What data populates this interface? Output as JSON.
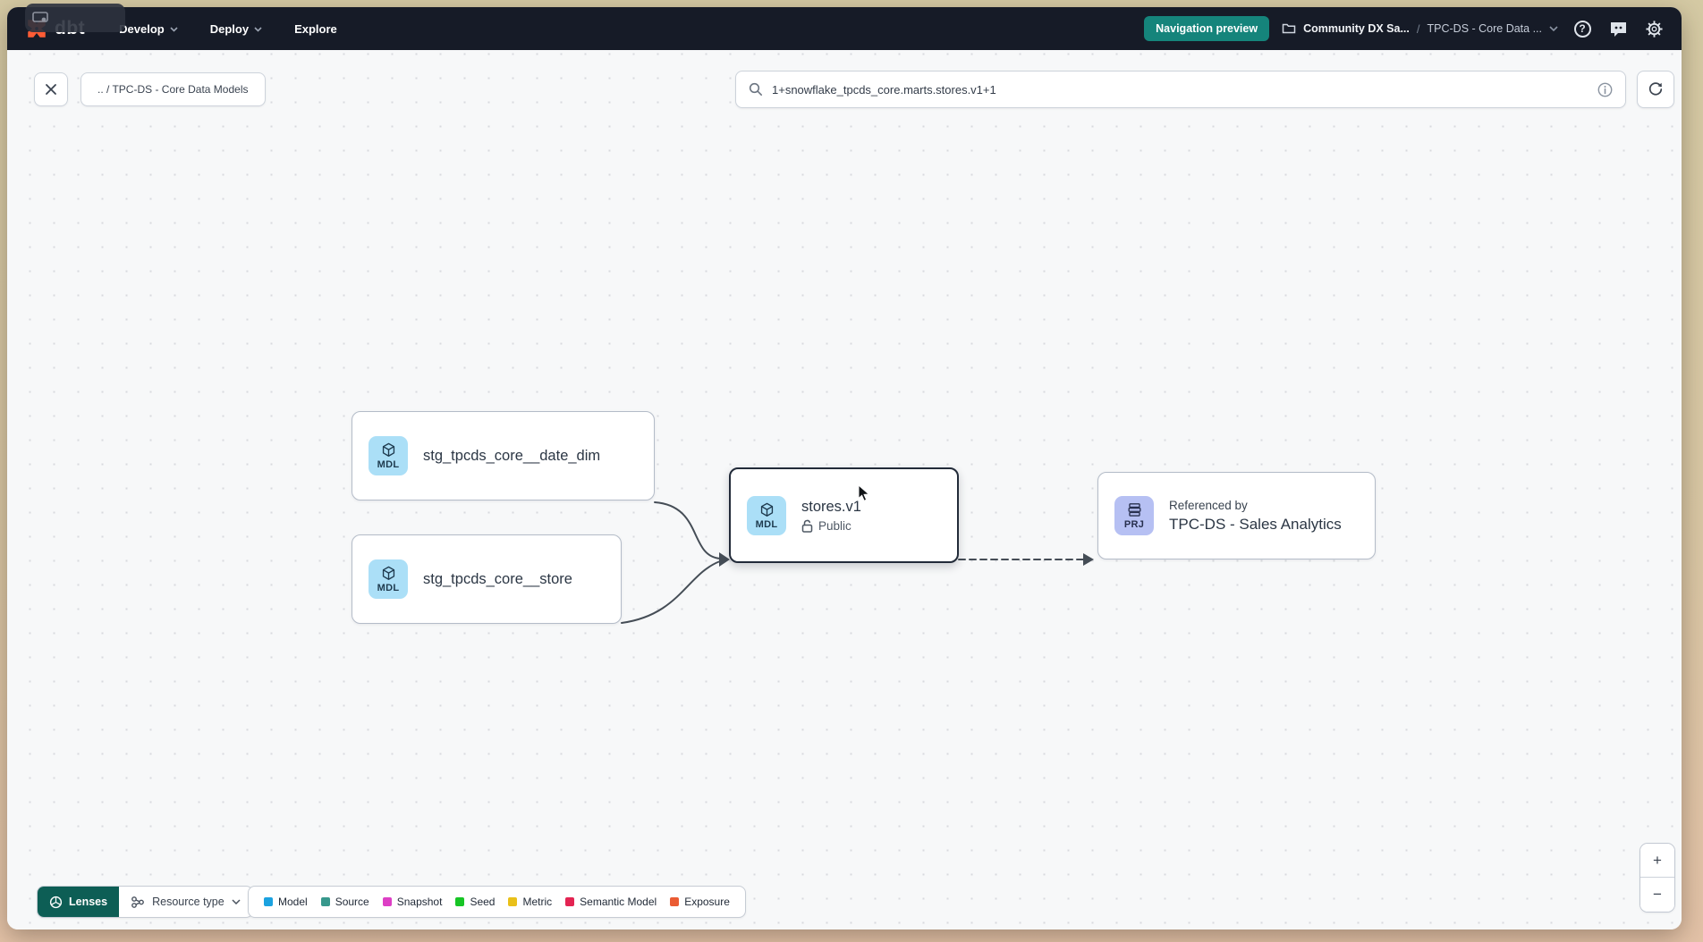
{
  "navbar": {
    "logo_text": "dbt",
    "menus": [
      {
        "label": "Develop",
        "has_chevron": true
      },
      {
        "label": "Deploy",
        "has_chevron": true
      },
      {
        "label": "Explore",
        "has_chevron": false
      }
    ],
    "preview_badge_label": "Navigation preview",
    "account_label": "Community DX Sa...",
    "separator": "/",
    "project_label": "TPC-DS - Core Data ...",
    "help_glyph": "?"
  },
  "toolbar": {
    "breadcrumb": ".. / TPC-DS - Core Data Models",
    "search_value": "1+snowflake_tpcds_core.marts.stores.v1+1"
  },
  "graph": {
    "nodes": [
      {
        "badge": "MDL",
        "label": "stg_tpcds_core__date_dim"
      },
      {
        "badge": "MDL",
        "label": "stg_tpcds_core__store"
      },
      {
        "badge": "MDL",
        "label": "stores.v1",
        "access": "Public"
      },
      {
        "badge": "PRJ",
        "label": "Referenced by",
        "sublabel": "TPC-DS - Sales Analytics"
      }
    ]
  },
  "footer": {
    "lenses_label": "Lenses",
    "resource_type_label": "Resource type",
    "legend": [
      {
        "label": "Model",
        "color": "#1ba2e0"
      },
      {
        "label": "Source",
        "color": "#37988c"
      },
      {
        "label": "Snapshot",
        "color": "#dd3fc5"
      },
      {
        "label": "Seed",
        "color": "#17c525"
      },
      {
        "label": "Metric",
        "color": "#e9c019"
      },
      {
        "label": "Semantic Model",
        "color": "#e32452"
      },
      {
        "label": "Exposure",
        "color": "#ea5b33"
      }
    ],
    "zoom_in_label": "+",
    "zoom_out_label": "−"
  },
  "icons": {
    "search": "magnifier",
    "info": "circle-i",
    "refresh": "circular-arrow",
    "close": "x",
    "folder": "folder-outline",
    "help": "circle-question",
    "feedback": "chat-bubble-dots",
    "settings": "gear",
    "chevron_down": "v",
    "lock_open": "unlocked-padlock",
    "model_cube": "package-cube",
    "project_stack": "inbox-stack",
    "lenses": "aperture",
    "resource_graph": "dag-nodes",
    "cursor": "arrow-pointer"
  },
  "accent_colors": {
    "brand_orange": "#ff5c35",
    "teal_badge": "#15847b",
    "lenses_green": "#0d5e55",
    "navbar_bg": "#161b27"
  }
}
